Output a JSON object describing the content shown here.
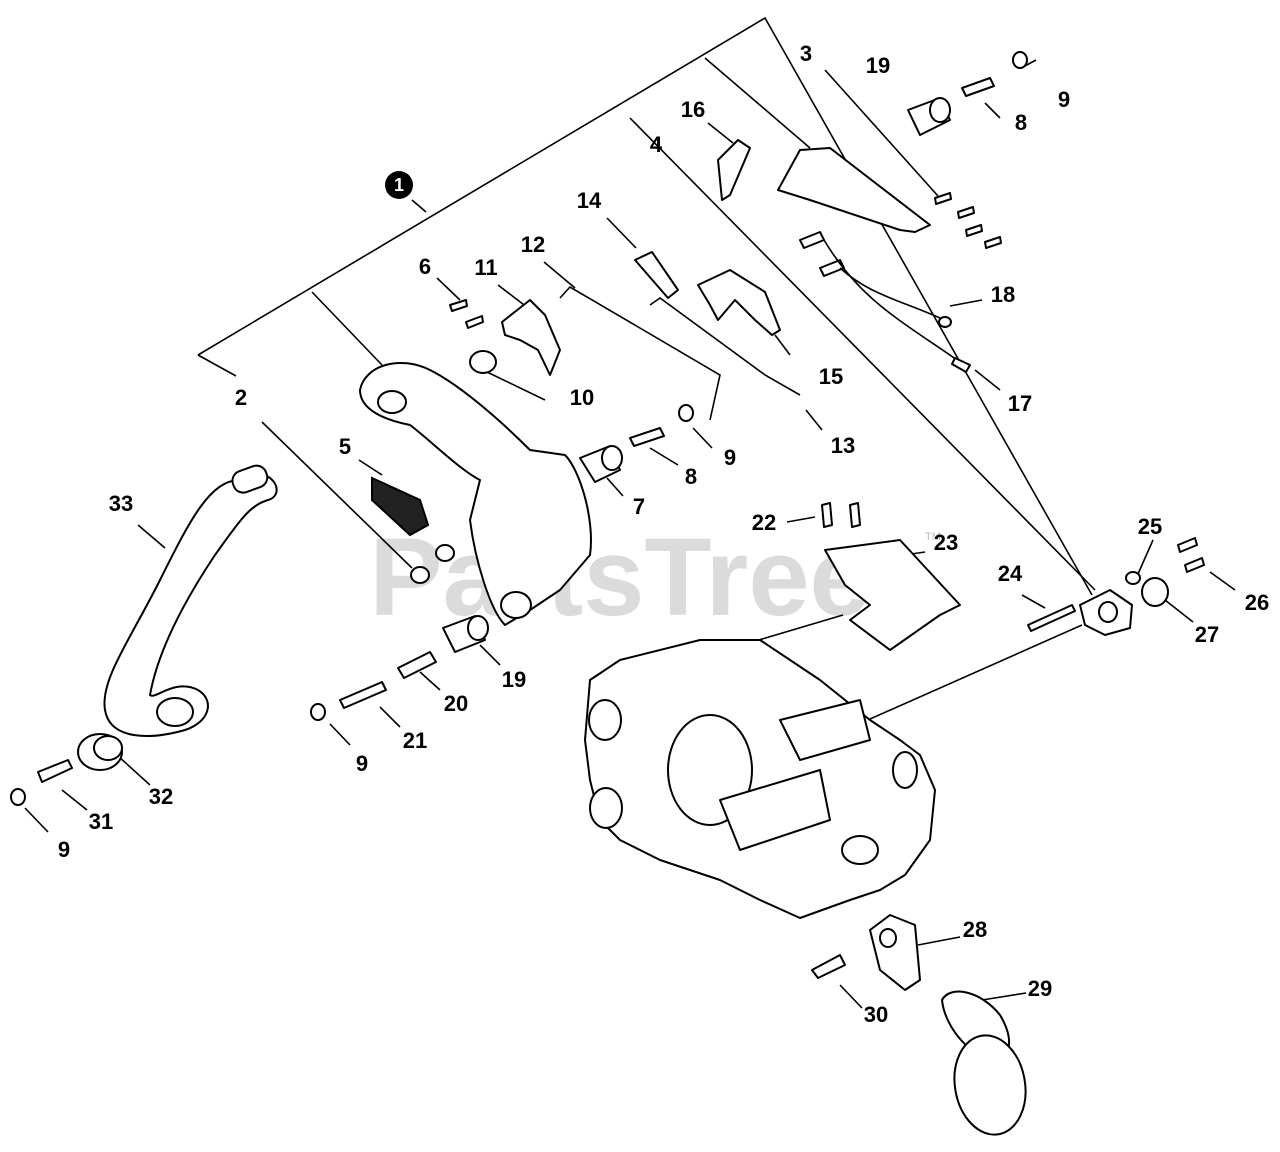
{
  "watermark": {
    "text": "PartsTree",
    "trademark": "TM"
  },
  "callouts": {
    "c1": "1",
    "c2": "2",
    "c3": "3",
    "c4": "4",
    "c5": "5",
    "c6": "6",
    "c7": "7",
    "c8a": "8",
    "c8b": "8",
    "c9a": "9",
    "c9b": "9",
    "c9c": "9",
    "c9d": "9",
    "c10": "10",
    "c11": "11",
    "c12": "12",
    "c13": "13",
    "c14": "14",
    "c15": "15",
    "c16": "16",
    "c17": "17",
    "c18": "18",
    "c19a": "19",
    "c19b": "19",
    "c20": "20",
    "c21": "21",
    "c22": "22",
    "c23": "23",
    "c24": "24",
    "c25": "25",
    "c26": "26",
    "c27": "27",
    "c28": "28",
    "c29": "29",
    "c30": "30",
    "c31": "31",
    "c32": "32",
    "c33": "33"
  }
}
